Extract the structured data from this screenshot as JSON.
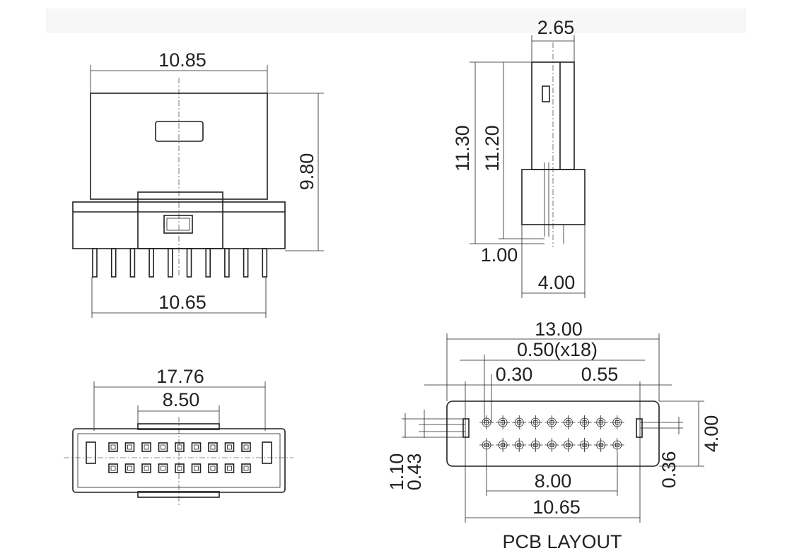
{
  "front_view": {
    "width_top": "10.85",
    "height": "9.80",
    "pin_span": "10.65"
  },
  "side_view": {
    "top_width": "2.65",
    "total_height": "11.30",
    "body_height": "11.20",
    "pin_offset": "1.00",
    "base_width": "4.00"
  },
  "bottom_view": {
    "overall_width": "17.76",
    "key_width": "8.50"
  },
  "pcb_layout": {
    "title": "PCB LAYOUT",
    "overall_width": "13.00",
    "pitch": "0.50(x18)",
    "pad_dia": "0.30",
    "offset": "0.55",
    "height": "4.00",
    "dim_036": "0.36",
    "dim_110": "1.10",
    "dim_043": "0.43",
    "row_span": "8.00",
    "peg_span": "10.65"
  },
  "colors": {
    "line": "#231f20",
    "background": "#ffffff"
  }
}
